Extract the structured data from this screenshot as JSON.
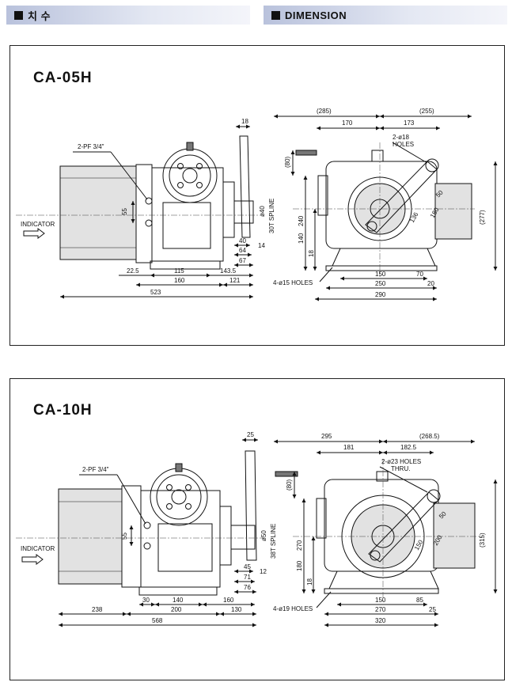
{
  "header": {
    "left_title": "치 수",
    "right_title": "DIMENSION"
  },
  "models": [
    {
      "name": "CA-05H",
      "pf_label": "2-PF 3/4\"",
      "indicator_label": "INDICATOR",
      "spline_label": "30T SPLINE",
      "holes_base": "4-ø15  HOLES",
      "holes_top": "2-ø18",
      "holes_top2": "HOLES",
      "dims": {
        "d18": "18",
        "d55": "55",
        "d40": "ø40",
        "d14": "14",
        "d64": "64",
        "d67": "67",
        "d225": "22.5",
        "d115": "115",
        "d1435": "143.5",
        "d160": "160",
        "d121": "121",
        "d523": "523",
        "d285": "(285)",
        "d255": "(255)",
        "d170": "170",
        "d173": "173",
        "d80": "(80)",
        "d240": "240",
        "d140": "140",
        "d18b": "18",
        "d136": "136",
        "d180": "180",
        "d50": "50",
        "d277": "(277)",
        "d150": "150",
        "d70": "70",
        "d250": "250",
        "d20": "20",
        "d290": "290"
      }
    },
    {
      "name": "CA-10H",
      "pf_label": "2-PF 3/4\"",
      "indicator_label": "INDICATOR",
      "spline_label": "38T SPLINE",
      "holes_base": "4-ø19  HOLES",
      "holes_top": "2-ø23  HOLES",
      "holes_top2": "THRU.",
      "dims": {
        "d25": "25",
        "d55": "55",
        "d50": "ø50",
        "d45": "45",
        "d12": "12",
        "d71": "71",
        "d76": "76",
        "d30": "30",
        "d140": "140",
        "d160": "160",
        "d238": "238",
        "d200": "200",
        "d130": "130",
        "d568": "568",
        "d295": "295",
        "d2685": "(268.5)",
        "d181": "181",
        "d1825": "182.5",
        "d80": "(80)",
        "d270": "270",
        "d180": "180",
        "d18": "18",
        "d150r": "150",
        "d200r": "200",
        "d50r": "50",
        "d315": "(315)",
        "d150": "150",
        "d85": "85",
        "d270b": "270",
        "d25b": "25",
        "d320": "320"
      }
    }
  ]
}
